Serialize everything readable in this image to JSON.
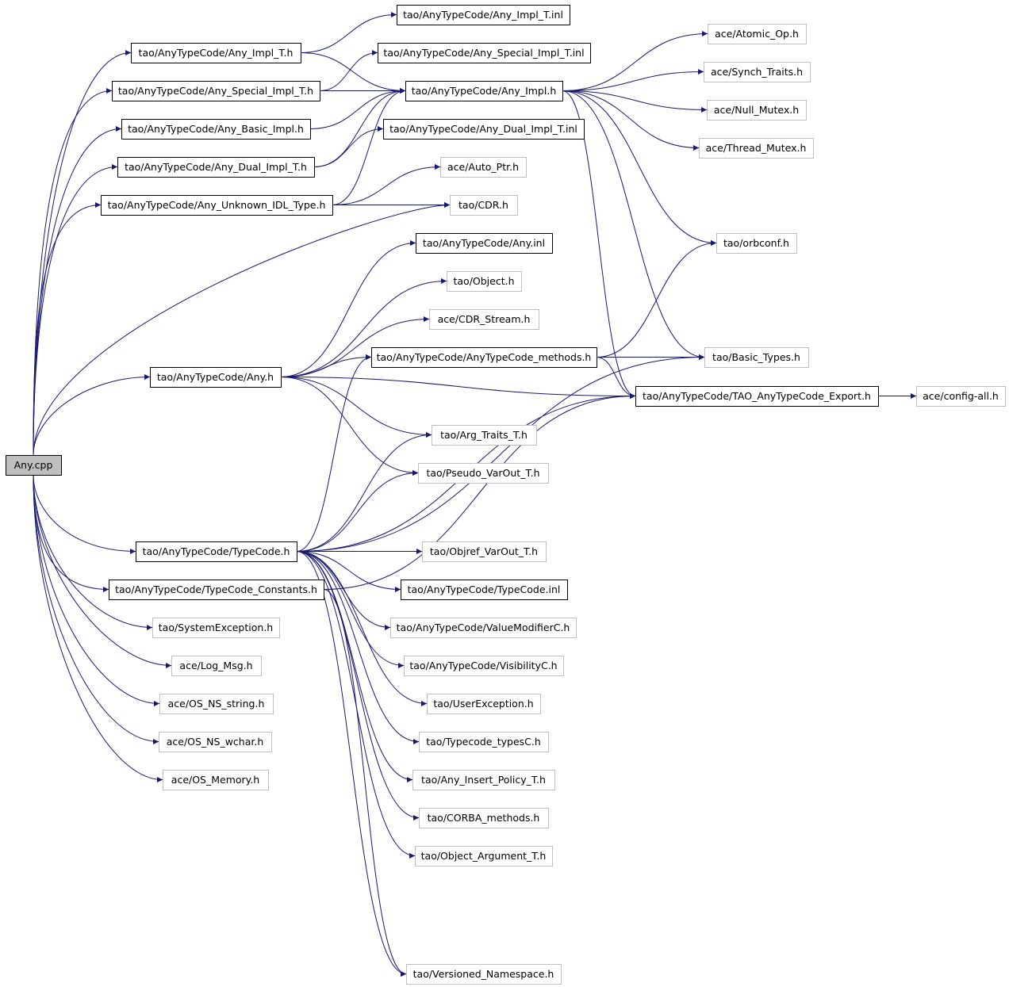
{
  "graph": {
    "nodes": [
      {
        "id": "any_cpp",
        "label": "Any.cpp",
        "kind": "root"
      },
      {
        "id": "any_impl_t_inl",
        "label": "tao/AnyTypeCode/Any_Impl_T.inl",
        "kind": "local"
      },
      {
        "id": "any_impl_t_h",
        "label": "tao/AnyTypeCode/Any_Impl_T.h",
        "kind": "local"
      },
      {
        "id": "any_special_impl_t_inl",
        "label": "tao/AnyTypeCode/Any_Special_Impl_T.inl",
        "kind": "local"
      },
      {
        "id": "any_special_impl_t_h",
        "label": "tao/AnyTypeCode/Any_Special_Impl_T.h",
        "kind": "local"
      },
      {
        "id": "any_impl_h",
        "label": "tao/AnyTypeCode/Any_Impl.h",
        "kind": "local"
      },
      {
        "id": "any_basic_impl_h",
        "label": "tao/AnyTypeCode/Any_Basic_Impl.h",
        "kind": "local"
      },
      {
        "id": "any_dual_impl_t_inl",
        "label": "tao/AnyTypeCode/Any_Dual_Impl_T.inl",
        "kind": "local"
      },
      {
        "id": "any_dual_impl_t_h",
        "label": "tao/AnyTypeCode/Any_Dual_Impl_T.h",
        "kind": "local"
      },
      {
        "id": "any_unknown_idl_type_h",
        "label": "tao/AnyTypeCode/Any_Unknown_IDL_Type.h",
        "kind": "local"
      },
      {
        "id": "ace_auto_ptr_h",
        "label": "ace/Auto_Ptr.h",
        "kind": "ext"
      },
      {
        "id": "tao_cdr_h",
        "label": "tao/CDR.h",
        "kind": "ext"
      },
      {
        "id": "any_inl",
        "label": "tao/AnyTypeCode/Any.inl",
        "kind": "local"
      },
      {
        "id": "tao_object_h",
        "label": "tao/Object.h",
        "kind": "ext"
      },
      {
        "id": "ace_cdr_stream_h",
        "label": "ace/CDR_Stream.h",
        "kind": "ext"
      },
      {
        "id": "anytypecode_methods_h",
        "label": "tao/AnyTypeCode/AnyTypeCode_methods.h",
        "kind": "local"
      },
      {
        "id": "any_h",
        "label": "tao/AnyTypeCode/Any.h",
        "kind": "local"
      },
      {
        "id": "tao_anytypecode_export_h",
        "label": "tao/AnyTypeCode/TAO_AnyTypeCode_Export.h",
        "kind": "local"
      },
      {
        "id": "ace_config_all_h",
        "label": "ace/config-all.h",
        "kind": "ext"
      },
      {
        "id": "ace_atomic_op_h",
        "label": "ace/Atomic_Op.h",
        "kind": "ext"
      },
      {
        "id": "ace_synch_traits_h",
        "label": "ace/Synch_Traits.h",
        "kind": "ext"
      },
      {
        "id": "ace_null_mutex_h",
        "label": "ace/Null_Mutex.h",
        "kind": "ext"
      },
      {
        "id": "ace_thread_mutex_h",
        "label": "ace/Thread_Mutex.h",
        "kind": "ext"
      },
      {
        "id": "tao_orbconf_h",
        "label": "tao/orbconf.h",
        "kind": "ext"
      },
      {
        "id": "tao_basic_types_h",
        "label": "tao/Basic_Types.h",
        "kind": "ext"
      },
      {
        "id": "tao_arg_traits_t_h",
        "label": "tao/Arg_Traits_T.h",
        "kind": "ext"
      },
      {
        "id": "tao_pseudo_varout_t_h",
        "label": "tao/Pseudo_VarOut_T.h",
        "kind": "ext"
      },
      {
        "id": "typecode_h",
        "label": "tao/AnyTypeCode/TypeCode.h",
        "kind": "local"
      },
      {
        "id": "tao_objref_varout_t_h",
        "label": "tao/Objref_VarOut_T.h",
        "kind": "ext"
      },
      {
        "id": "typecode_constants_h",
        "label": "tao/AnyTypeCode/TypeCode_Constants.h",
        "kind": "local"
      },
      {
        "id": "typecode_inl",
        "label": "tao/AnyTypeCode/TypeCode.inl",
        "kind": "local"
      },
      {
        "id": "valuemodifierc_h",
        "label": "tao/AnyTypeCode/ValueModifierC.h",
        "kind": "ext"
      },
      {
        "id": "visibilityc_h",
        "label": "tao/AnyTypeCode/VisibilityC.h",
        "kind": "ext"
      },
      {
        "id": "tao_systemexception_h",
        "label": "tao/SystemException.h",
        "kind": "ext"
      },
      {
        "id": "tao_userexception_h",
        "label": "tao/UserException.h",
        "kind": "ext"
      },
      {
        "id": "ace_log_msg_h",
        "label": "ace/Log_Msg.h",
        "kind": "ext"
      },
      {
        "id": "ace_os_ns_string_h",
        "label": "ace/OS_NS_string.h",
        "kind": "ext"
      },
      {
        "id": "tao_typecode_typesc_h",
        "label": "tao/Typecode_typesC.h",
        "kind": "ext"
      },
      {
        "id": "ace_os_ns_wchar_h",
        "label": "ace/OS_NS_wchar.h",
        "kind": "ext"
      },
      {
        "id": "tao_any_insert_policy_t_h",
        "label": "tao/Any_Insert_Policy_T.h",
        "kind": "ext"
      },
      {
        "id": "ace_os_memory_h",
        "label": "ace/OS_Memory.h",
        "kind": "ext"
      },
      {
        "id": "tao_corba_methods_h",
        "label": "tao/CORBA_methods.h",
        "kind": "ext"
      },
      {
        "id": "tao_object_argument_t_h",
        "label": "tao/Object_Argument_T.h",
        "kind": "ext"
      },
      {
        "id": "tao_versioned_namespace_h",
        "label": "tao/Versioned_Namespace.h",
        "kind": "ext"
      }
    ],
    "edges": [
      [
        "any_cpp",
        "any_impl_t_h"
      ],
      [
        "any_cpp",
        "any_special_impl_t_h"
      ],
      [
        "any_cpp",
        "any_basic_impl_h"
      ],
      [
        "any_cpp",
        "any_dual_impl_t_h"
      ],
      [
        "any_cpp",
        "any_unknown_idl_type_h"
      ],
      [
        "any_cpp",
        "tao_cdr_h"
      ],
      [
        "any_cpp",
        "any_h"
      ],
      [
        "any_cpp",
        "typecode_h"
      ],
      [
        "any_cpp",
        "typecode_constants_h"
      ],
      [
        "any_cpp",
        "tao_systemexception_h"
      ],
      [
        "any_cpp",
        "ace_log_msg_h"
      ],
      [
        "any_cpp",
        "ace_os_ns_string_h"
      ],
      [
        "any_cpp",
        "ace_os_ns_wchar_h"
      ],
      [
        "any_cpp",
        "ace_os_memory_h"
      ],
      [
        "any_impl_t_h",
        "any_impl_t_inl"
      ],
      [
        "any_impl_t_h",
        "any_impl_h"
      ],
      [
        "any_special_impl_t_h",
        "any_special_impl_t_inl"
      ],
      [
        "any_special_impl_t_h",
        "any_impl_h"
      ],
      [
        "any_basic_impl_h",
        "any_impl_h"
      ],
      [
        "any_dual_impl_t_h",
        "any_impl_h"
      ],
      [
        "any_dual_impl_t_h",
        "any_dual_impl_t_inl"
      ],
      [
        "any_unknown_idl_type_h",
        "any_impl_h"
      ],
      [
        "any_unknown_idl_type_h",
        "ace_auto_ptr_h"
      ],
      [
        "any_unknown_idl_type_h",
        "tao_cdr_h"
      ],
      [
        "any_impl_h",
        "ace_atomic_op_h"
      ],
      [
        "any_impl_h",
        "ace_synch_traits_h"
      ],
      [
        "any_impl_h",
        "ace_null_mutex_h"
      ],
      [
        "any_impl_h",
        "ace_thread_mutex_h"
      ],
      [
        "any_impl_h",
        "tao_orbconf_h"
      ],
      [
        "any_impl_h",
        "tao_basic_types_h"
      ],
      [
        "any_impl_h",
        "tao_anytypecode_export_h"
      ],
      [
        "any_h",
        "any_inl"
      ],
      [
        "any_h",
        "tao_object_h"
      ],
      [
        "any_h",
        "ace_cdr_stream_h"
      ],
      [
        "any_h",
        "anytypecode_methods_h"
      ],
      [
        "any_h",
        "tao_anytypecode_export_h"
      ],
      [
        "any_h",
        "tao_arg_traits_t_h"
      ],
      [
        "any_h",
        "tao_pseudo_varout_t_h"
      ],
      [
        "anytypecode_methods_h",
        "tao_orbconf_h"
      ],
      [
        "anytypecode_methods_h",
        "tao_basic_types_h"
      ],
      [
        "anytypecode_methods_h",
        "tao_anytypecode_export_h"
      ],
      [
        "tao_anytypecode_export_h",
        "ace_config_all_h"
      ],
      [
        "typecode_h",
        "anytypecode_methods_h"
      ],
      [
        "typecode_h",
        "tao_arg_traits_t_h"
      ],
      [
        "typecode_h",
        "tao_pseudo_varout_t_h"
      ],
      [
        "typecode_h",
        "tao_basic_types_h"
      ],
      [
        "typecode_h",
        "tao_objref_varout_t_h"
      ],
      [
        "typecode_h",
        "typecode_inl"
      ],
      [
        "typecode_h",
        "valuemodifierc_h"
      ],
      [
        "typecode_h",
        "visibilityc_h"
      ],
      [
        "typecode_h",
        "tao_userexception_h"
      ],
      [
        "typecode_h",
        "tao_typecode_typesc_h"
      ],
      [
        "typecode_h",
        "tao_any_insert_policy_t_h"
      ],
      [
        "typecode_h",
        "tao_corba_methods_h"
      ],
      [
        "typecode_h",
        "tao_object_argument_t_h"
      ],
      [
        "typecode_h",
        "tao_anytypecode_export_h"
      ],
      [
        "typecode_h",
        "tao_versioned_namespace_h"
      ],
      [
        "typecode_constants_h",
        "tao_anytypecode_export_h"
      ],
      [
        "typecode_constants_h",
        "tao_versioned_namespace_h"
      ]
    ]
  }
}
